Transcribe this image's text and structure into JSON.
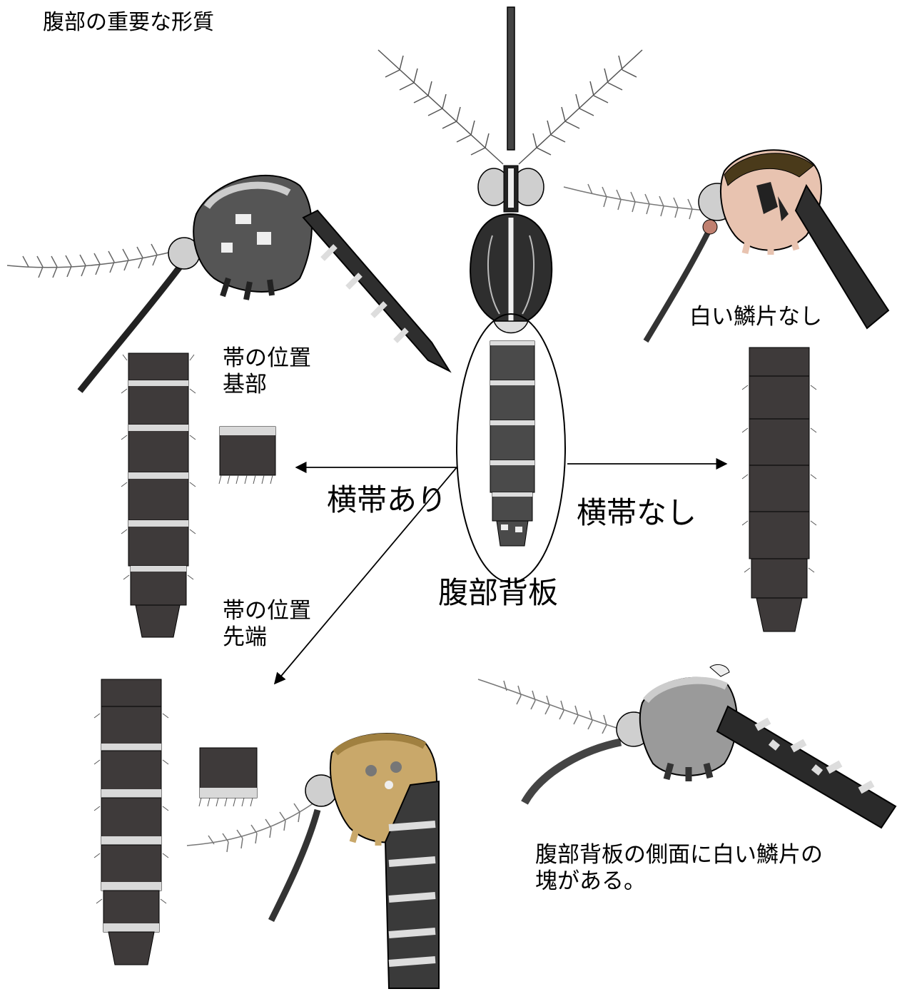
{
  "title": "腹部の重要な形質",
  "labels": {
    "band_present": "横帯あり",
    "band_absent": "横帯なし",
    "tergite": "腹部背板",
    "basal": [
      "帯の位置",
      "基部"
    ],
    "apical": [
      "帯の位置",
      "先端"
    ],
    "no_white_scales": "白い鱗片なし",
    "lateral_patches": [
      "腹部背板の側面に白い鱗片の",
      "塊がある。"
    ]
  },
  "colors": {
    "segment_dark": "#3e3a3a",
    "band_white": "#d9d9d9",
    "arrow": "#000000",
    "thorax_tan": "#c9a86a",
    "thorax_pink": "#e8c3b0"
  }
}
